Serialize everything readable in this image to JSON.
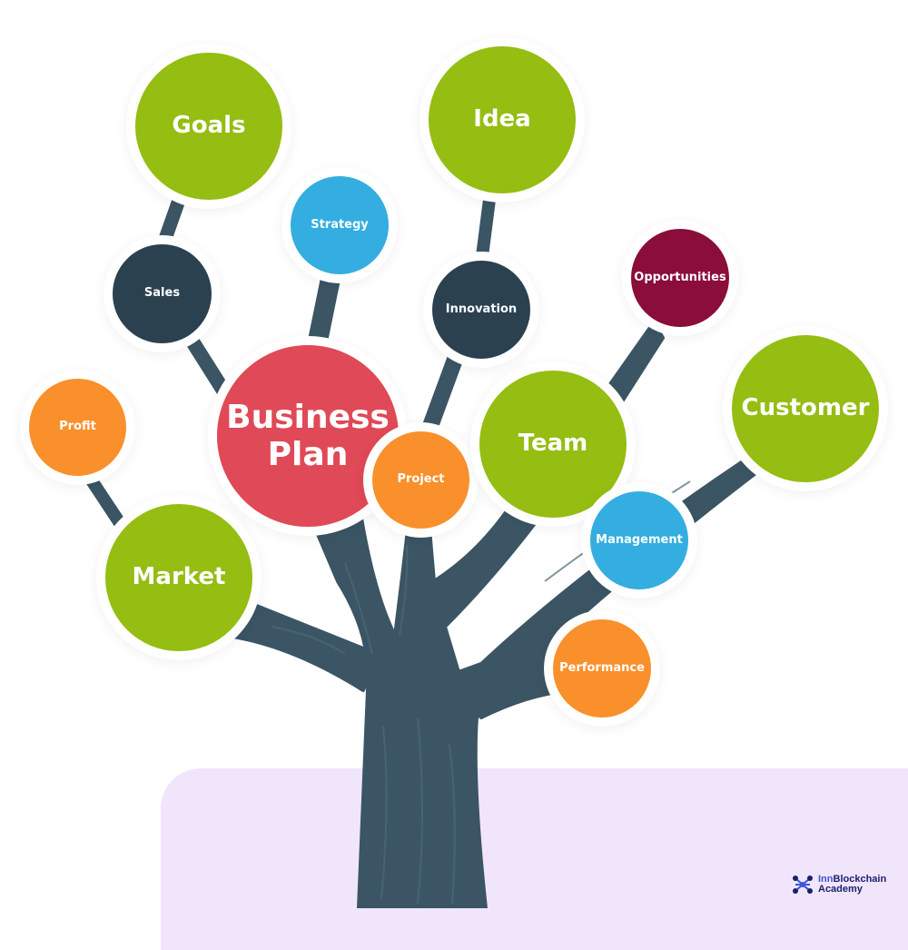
{
  "colors": {
    "green": "#95bd12",
    "dark": "#2b4150",
    "blue": "#34aee0",
    "orange": "#fa902b",
    "red": "#e04957",
    "maroon": "#8a0d3a",
    "trunk": "#3b5564",
    "panel": "#f1e5fb"
  },
  "nodes": {
    "goals": "Goals",
    "idea": "Idea",
    "strategy": "Strategy",
    "sales": "Sales",
    "innovation": "Innovation",
    "opportunities": "Opportunities",
    "profit": "Profit",
    "business_plan_line1": "Business",
    "business_plan_line2": "Plan",
    "project": "Project",
    "team": "Team",
    "customer": "Customer",
    "market": "Market",
    "management": "Management",
    "performance": "Performance"
  },
  "logo": {
    "line1_prefix": "Inn",
    "line1_rest": "Blockchain",
    "line2": "Academy"
  }
}
